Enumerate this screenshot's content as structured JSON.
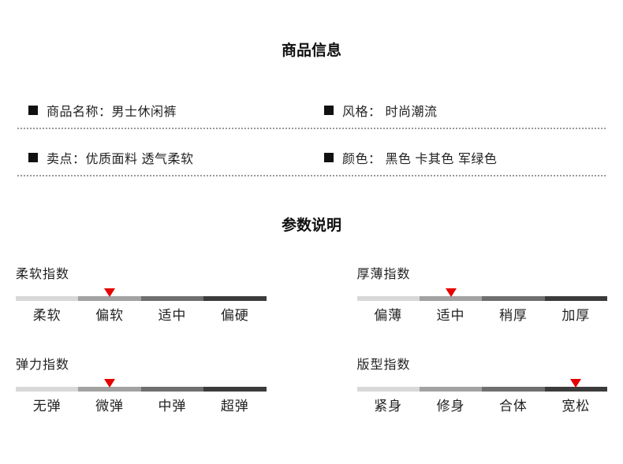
{
  "product_info": {
    "title": "商品信息",
    "rows": [
      {
        "left": "商品名称：男士休闲裤",
        "right": "风格： 时尚潮流"
      },
      {
        "left": "卖点：优质面料 透气柔软",
        "right": "颜色： 黑色 卡其色 军绿色"
      }
    ]
  },
  "params": {
    "title": "参数说明",
    "bar_colors": [
      "#d8d8d8",
      "#a2a2a2",
      "#6f6f6f",
      "#3b3b3b"
    ],
    "marker_color": "#e60000",
    "sliders": [
      {
        "name": "柔软指数",
        "levels": [
          "柔软",
          "偏软",
          "适中",
          "偏硬"
        ],
        "active_index": 1
      },
      {
        "name": "厚薄指数",
        "levels": [
          "偏薄",
          "适中",
          "稍厚",
          "加厚"
        ],
        "active_index": 1
      },
      {
        "name": "弹力指数",
        "levels": [
          "无弹",
          "微弹",
          "中弹",
          "超弹"
        ],
        "active_index": 1
      },
      {
        "name": "版型指数",
        "levels": [
          "紧身",
          "修身",
          "合体",
          "宽松"
        ],
        "active_index": 3
      }
    ]
  }
}
